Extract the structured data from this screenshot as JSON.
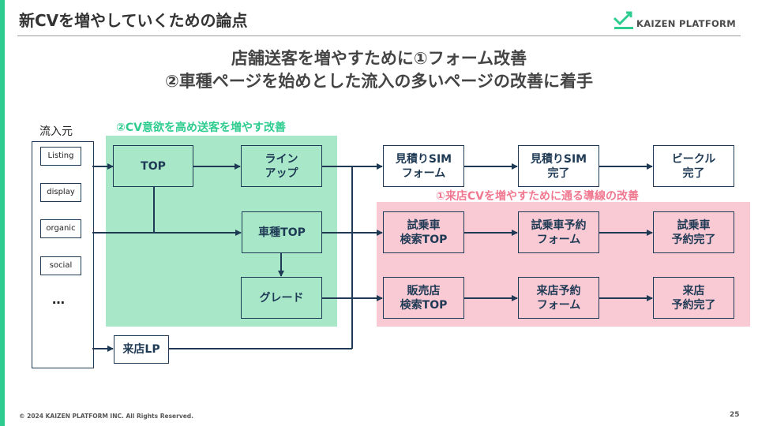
{
  "slide": {
    "title": "新CVを増やしていくための論点",
    "logo_text": "KAIZEN PLATFORM",
    "headline_line1": "店舗送客を増やすために①フォーム改善",
    "headline_line2": "②車種ページを始めとした流入の多いページの改善に着手",
    "footer": "© 2024 KAIZEN PLATFORM INC. All Rights Reserved.",
    "page_number": "25"
  },
  "diagram": {
    "source_label": "流入元",
    "sources": [
      "Listing",
      "display",
      "organic",
      "social"
    ],
    "sources_more": "…",
    "zone_green_label": "②CV意欲を高め送客を増やす改善",
    "zone_pink_label": "①来店CVを増やすために通る導線の改善",
    "nodes": {
      "top": "TOP",
      "lineup": "ライン\nアップ",
      "model_top": "車種TOP",
      "grade": "グレード",
      "store_lp": "来店LP",
      "quote_form": "見積りSIM\nフォーム",
      "quote_done": "見積りSIM\n完了",
      "vehicle_done": "ビークル\n完了",
      "testdrive_search": "試乗車\n検索TOP",
      "testdrive_form": "試乗車予約\nフォーム",
      "testdrive_done": "試乗車\n予約完了",
      "dealer_search": "販売店\n検索TOP",
      "visit_form": "来店予約\nフォーム",
      "visit_done": "来店\n予約完了"
    }
  },
  "colors": {
    "accent_green": "#2ecc8f",
    "zone_green": "#a8e8c9",
    "zone_pink": "#f9c9d4",
    "pink_label": "#f07890",
    "navy": "#1f3a55"
  }
}
